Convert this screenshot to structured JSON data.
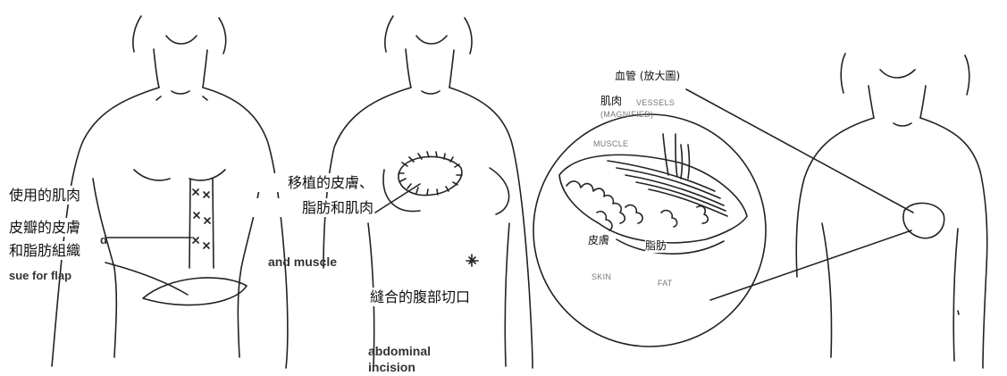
{
  "colors": {
    "line": "#222222",
    "faint_text": "#777777",
    "label_bg": "#ffffff"
  },
  "panel1": {
    "zh_labels": [
      "使用的肌肉",
      "皮瓣的皮膚",
      "和脂肪組織"
    ],
    "en_fragments": [
      "d",
      "sue for flap"
    ]
  },
  "panel2": {
    "zh_grafted_line1": "移植的皮膚、",
    "zh_grafted_line2": "脂肪和肌肉",
    "zh_sutured": "縫合的腹部切口",
    "en_fragments": [
      "and muscle",
      "abdominal",
      "incision"
    ]
  },
  "panel3": {
    "zh_vessels": "血管 (放大圖)",
    "zh_muscle": "肌肉",
    "zh_skin": "皮膚",
    "zh_fat": "脂肪",
    "en_vessels": "VESSELS",
    "en_magnified": "(MAGNIFIED)",
    "en_muscle": "MUSCLE",
    "en_skin": "SKIN",
    "en_fat": "FAT"
  }
}
